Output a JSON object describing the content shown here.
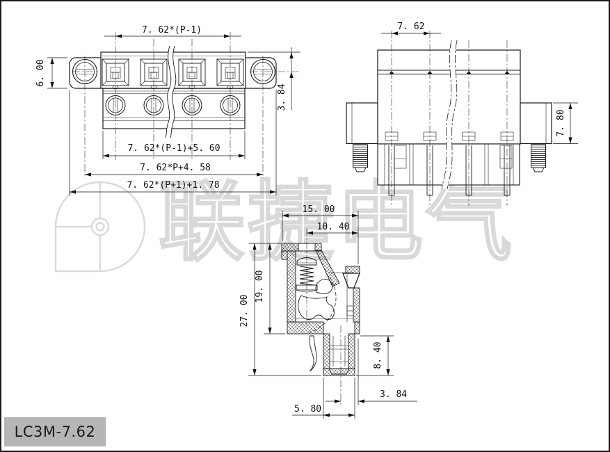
{
  "drawing": {
    "watermark": {
      "text": "联捷电气",
      "logo": "lianjie-pie-logo",
      "color": "#d9d9d9"
    },
    "title_block": {
      "model": "LC3M-7.62",
      "bg_color": "#b5b5b5"
    },
    "views": {
      "front": {
        "name": "front-view",
        "dims": {
          "pitch_span": "7. 62*(P-1)",
          "ear_height": "6. 00",
          "top_offset": "3. 84",
          "body_length": "7. 62*(P-1)+5. 60",
          "mount_span": "7. 62*P+4. 58",
          "overall_length": "7. 62*(P+1)+1. 78"
        }
      },
      "rear": {
        "name": "rear-view",
        "dims": {
          "pitch": "7. 62",
          "flange_height": "7. 80"
        }
      },
      "section": {
        "name": "section-view",
        "dims": {
          "overall_width": "15. 00",
          "inner_width": "10. 40",
          "body_height": "19. 00",
          "overall_height": "27. 00",
          "leg_height": "8. 40",
          "pin_to_edge": "3. 84",
          "leg_width": "5. 80"
        }
      }
    }
  }
}
